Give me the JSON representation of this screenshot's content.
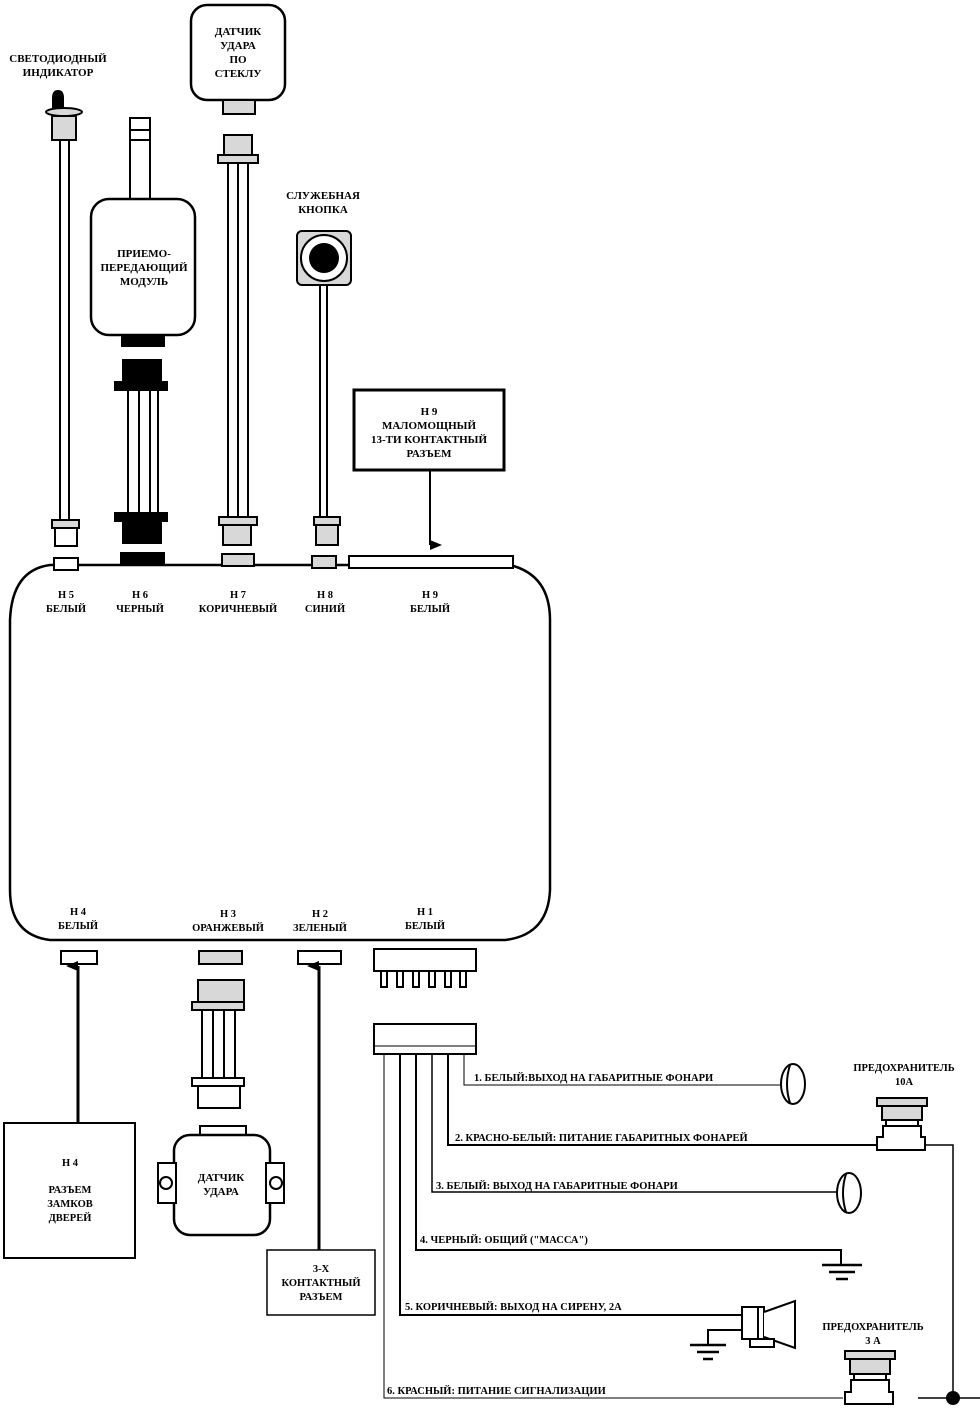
{
  "colors": {
    "line": "#000000",
    "gray": "#d8d8d8",
    "background": "#ffffff"
  },
  "top_devices": {
    "led": {
      "title_line1": "СВЕТОДИОДНЫЙ",
      "title_line2": "ИНДИКАТОР"
    },
    "glass_sensor": {
      "line1": "ДАТЧИК",
      "line2": "УДАРА",
      "line3": "ПО",
      "line4": "СТЕКЛУ"
    },
    "transceiver": {
      "line1": "ПРИЕМО-",
      "line2": "ПЕРЕДАЮЩИЙ",
      "line3": "МОДУЛЬ"
    },
    "service_button": {
      "line1": "СЛУЖЕБНАЯ",
      "line2": "КНОПКА"
    },
    "h9_callout": {
      "line1": "Н 9",
      "line2": "МАЛОМОЩНЫЙ",
      "line3": "13-ТИ КОНТАКТНЫЙ",
      "line4": "РАЗЪЕМ"
    }
  },
  "main_unit": {
    "top_connectors": [
      {
        "id": "Н 5",
        "color": "БЕЛЫЙ"
      },
      {
        "id": "Н 6",
        "color": "ЧЕРНЫЙ"
      },
      {
        "id": "Н 7",
        "color": "КОРИЧНЕВЫЙ"
      },
      {
        "id": "Н 8",
        "color": "СИНИЙ"
      },
      {
        "id": "Н 9",
        "color": "БЕЛЫЙ"
      }
    ],
    "bottom_connectors": [
      {
        "id": "Н 4",
        "color": "БЕЛЫЙ"
      },
      {
        "id": "Н 3",
        "color": "ОРАНЖЕВЫЙ"
      },
      {
        "id": "Н 2",
        "color": "ЗЕЛЕНЫЙ"
      },
      {
        "id": "Н 1",
        "color": "БЕЛЫЙ"
      }
    ]
  },
  "bottom_devices": {
    "door_locks": {
      "line1": "Н 4",
      "line2": "РАЗЪЕМ",
      "line3": "ЗАМКОВ",
      "line4": "ДВЕРЕЙ"
    },
    "shock_sensor": {
      "line1": "ДАТЧИК",
      "line2": "УДАРА"
    },
    "three_pin": {
      "line1": "3-Х",
      "line2": "КОНТАКТНЫЙ",
      "line3": "РАЗЪЕМ"
    }
  },
  "wires": [
    {
      "label": "1. БЕЛЫЙ:ВЫХОД НА ГАБАРИТНЫЕ ФОНАРИ"
    },
    {
      "label": "2. КРАСНО-БЕЛЫЙ: ПИТАНИЕ ГАБАРИТНЫХ ФОНАРЕЙ"
    },
    {
      "label": "3. БЕЛЫЙ: ВЫХОД НА ГАБАРИТНЫЕ ФОНАРИ"
    },
    {
      "label": "4. ЧЕРНЫЙ: ОБЩИЙ (\"МАССА\")"
    },
    {
      "label": "5. КОРИЧНЕВЫЙ: ВЫХОД НА СИРЕНУ, 2А"
    },
    {
      "label": "6. КРАСНЫЙ: ПИТАНИЕ СИГНАЛИЗАЦИИ"
    }
  ],
  "fuses": [
    {
      "line1": "ПРЕДОХРАНИТЕЛЬ",
      "line2": "10А"
    },
    {
      "line1": "ПРЕДОХРАНИТЕЛЬ",
      "line2": "3 А"
    }
  ]
}
